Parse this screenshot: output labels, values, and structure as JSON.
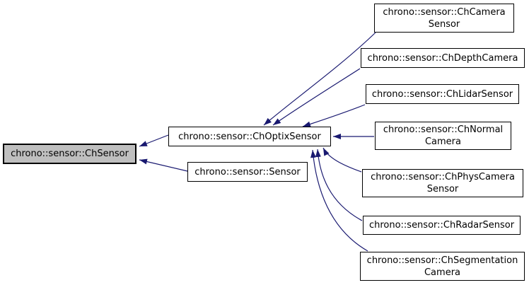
{
  "diagram": {
    "kind": "class-inheritance-graph",
    "background_color": "#ffffff",
    "edge_color": "#191970",
    "node_border_color": "#000000",
    "selected_node_fill": "#bfbfbf",
    "nodes": {
      "chsensor": {
        "label": "chrono::sensor::ChSensor",
        "selected": true
      },
      "choptixsensor": {
        "label": "chrono::sensor::ChOptixSensor",
        "selected": false
      },
      "sensor": {
        "label": "chrono::sensor::Sensor",
        "selected": false
      },
      "chcamerasensor": {
        "label": "chrono::sensor::ChCamera\nSensor",
        "selected": false
      },
      "chdepthcamera": {
        "label": "chrono::sensor::ChDepthCamera",
        "selected": false
      },
      "chlidarsensor": {
        "label": "chrono::sensor::ChLidarSensor",
        "selected": false
      },
      "chnormalcamera": {
        "label": "chrono::sensor::ChNormal\nCamera",
        "selected": false
      },
      "chphyscamerasensor": {
        "label": "chrono::sensor::ChPhysCamera\nSensor",
        "selected": false
      },
      "chradarsensor": {
        "label": "chrono::sensor::ChRadarSensor",
        "selected": false
      },
      "chsegmentationcamera": {
        "label": "chrono::sensor::ChSegmentation\nCamera",
        "selected": false
      }
    },
    "edges": [
      {
        "from": "chrono::sensor::ChOptixSensor",
        "to": "chrono::sensor::ChSensor"
      },
      {
        "from": "chrono::sensor::Sensor",
        "to": "chrono::sensor::ChSensor"
      },
      {
        "from": "chrono::sensor::ChCameraSensor",
        "to": "chrono::sensor::ChOptixSensor"
      },
      {
        "from": "chrono::sensor::ChDepthCamera",
        "to": "chrono::sensor::ChOptixSensor"
      },
      {
        "from": "chrono::sensor::ChLidarSensor",
        "to": "chrono::sensor::ChOptixSensor"
      },
      {
        "from": "chrono::sensor::ChNormalCamera",
        "to": "chrono::sensor::ChOptixSensor"
      },
      {
        "from": "chrono::sensor::ChPhysCameraSensor",
        "to": "chrono::sensor::ChOptixSensor"
      },
      {
        "from": "chrono::sensor::ChRadarSensor",
        "to": "chrono::sensor::ChOptixSensor"
      },
      {
        "from": "chrono::sensor::ChSegmentationCamera",
        "to": "chrono::sensor::ChOptixSensor"
      }
    ]
  }
}
